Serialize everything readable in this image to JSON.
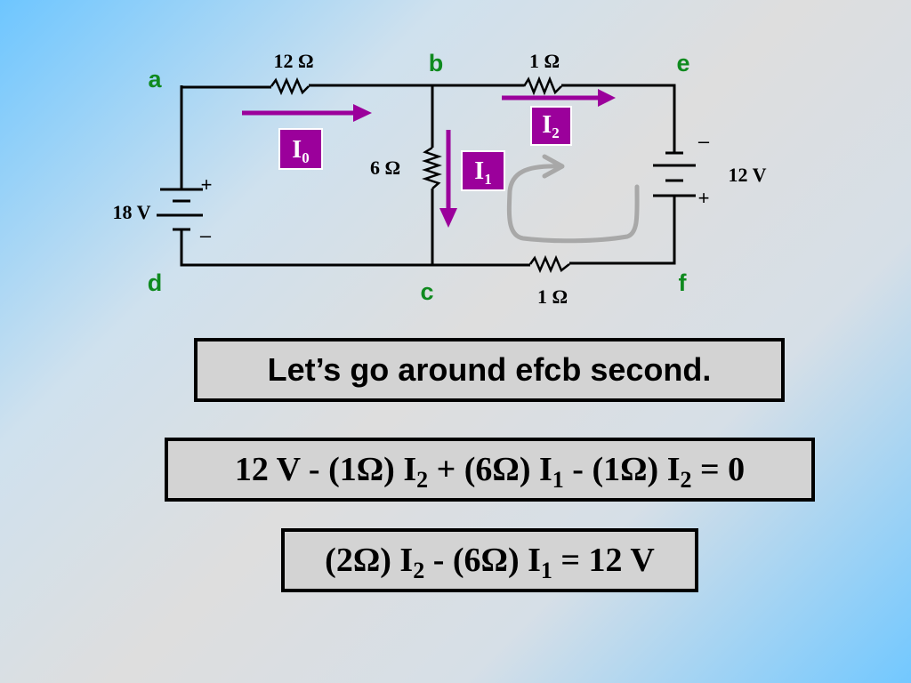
{
  "nodes": {
    "a": "a",
    "b": "b",
    "c": "c",
    "d": "d",
    "e": "e",
    "f": "f"
  },
  "components": {
    "r_ab": "12 Ω",
    "r_be": "1 Ω",
    "r_bc": "6 Ω",
    "r_cf": "1 Ω",
    "battery_left": {
      "label": "18 V",
      "plus": "+",
      "minus": "–"
    },
    "battery_right": {
      "label": "12 V",
      "plus": "+",
      "minus": "–"
    }
  },
  "currents": {
    "i0": {
      "main": "I",
      "sub": "0"
    },
    "i1": {
      "main": "I",
      "sub": "1"
    },
    "i2": {
      "main": "I",
      "sub": "2"
    }
  },
  "colors": {
    "node": "#0f8a1f",
    "current": "#9b009b",
    "loop": "#a8a8a8",
    "box": "#d3d3d3"
  },
  "captions": {
    "box1": "Let’s go around efcb second.",
    "box2": [
      {
        "t": "12 V - (1Ω) I"
      },
      {
        "sub": "2"
      },
      {
        "t": " + (6Ω) I"
      },
      {
        "sub": "1"
      },
      {
        "t": " - (1Ω) I"
      },
      {
        "sub": "2"
      },
      {
        "t": " = 0"
      }
    ],
    "box3": [
      {
        "t": "(2Ω) I"
      },
      {
        "sub": "2"
      },
      {
        "t": " - (6Ω) I"
      },
      {
        "sub": "1"
      },
      {
        "t": " = 12 V"
      }
    ]
  }
}
